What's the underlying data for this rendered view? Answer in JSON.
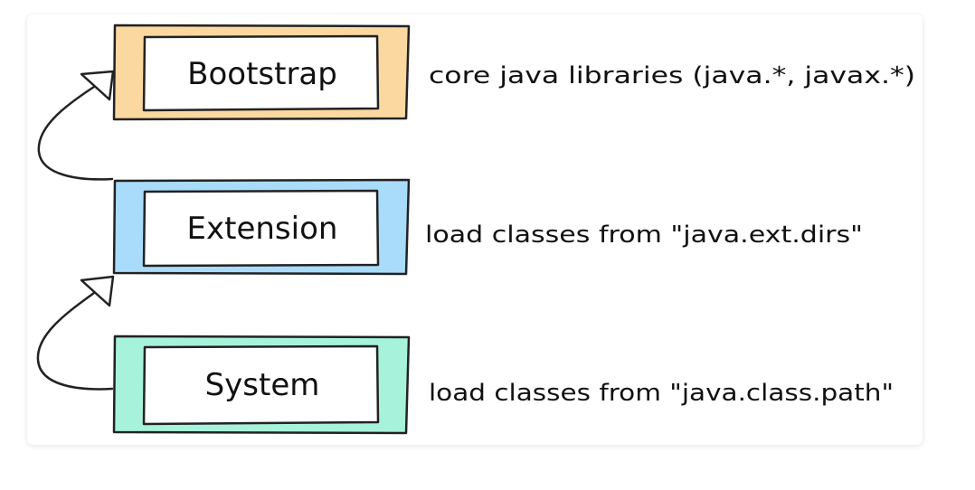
{
  "colors": {
    "bootstrap_fill": "#FAD8A0",
    "extension_fill": "#A9DCFA",
    "system_fill": "#A6F2DA",
    "inner_fill": "#FFFFFF",
    "stroke": "#222222"
  },
  "loaders": [
    {
      "name": "Bootstrap",
      "description": "core java libraries (java.*, javax.*)"
    },
    {
      "name": "Extension",
      "description": "load classes from \"java.ext.dirs\""
    },
    {
      "name": "System",
      "description": "load classes from \"java.class.path\""
    }
  ]
}
